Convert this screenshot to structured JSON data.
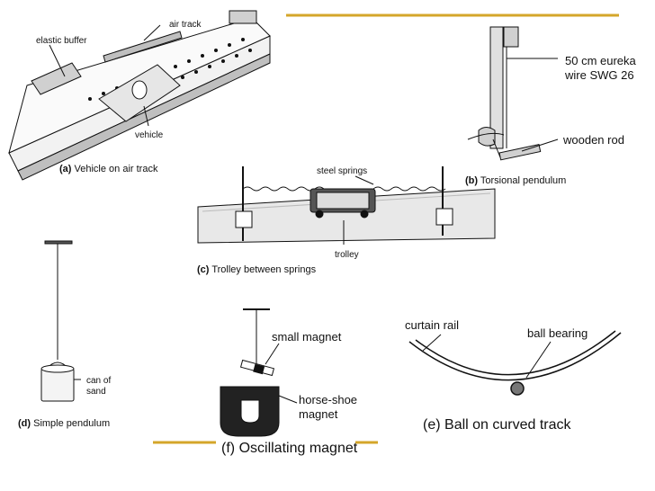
{
  "colors": {
    "accent": "#d4a62a",
    "ink": "#111111",
    "shade": "#bfbfbf"
  },
  "panel_a": {
    "label_tag": "(a)",
    "caption": "Vehicle on air track",
    "callouts": {
      "elastic_buffer": "elastic buffer",
      "air_track": "air track",
      "vehicle": "vehicle"
    }
  },
  "panel_b": {
    "label_tag": "(b)",
    "caption": "Torsional pendulum",
    "callouts": {
      "wire_line1": "50 cm eureka",
      "wire_line2": "wire SWG 26",
      "rod": "wooden rod"
    }
  },
  "panel_c": {
    "label_tag": "(c)",
    "caption": "Trolley between springs",
    "callouts": {
      "springs": "steel springs",
      "trolley": "trolley"
    }
  },
  "panel_d": {
    "label_tag": "(d)",
    "caption": "Simple pendulum",
    "callouts": {
      "can_line1": "can of",
      "can_line2": "sand"
    }
  },
  "panel_e": {
    "label_tag": "(e)",
    "caption": "Ball on curved track",
    "callouts": {
      "rail": "curtain rail",
      "ball": "ball bearing"
    }
  },
  "panel_f": {
    "label_tag": "(f)",
    "caption": "Oscillating magnet",
    "callouts": {
      "small_magnet": "small magnet",
      "horseshoe_line1": "horse-shoe",
      "horseshoe_line2": "magnet"
    }
  }
}
